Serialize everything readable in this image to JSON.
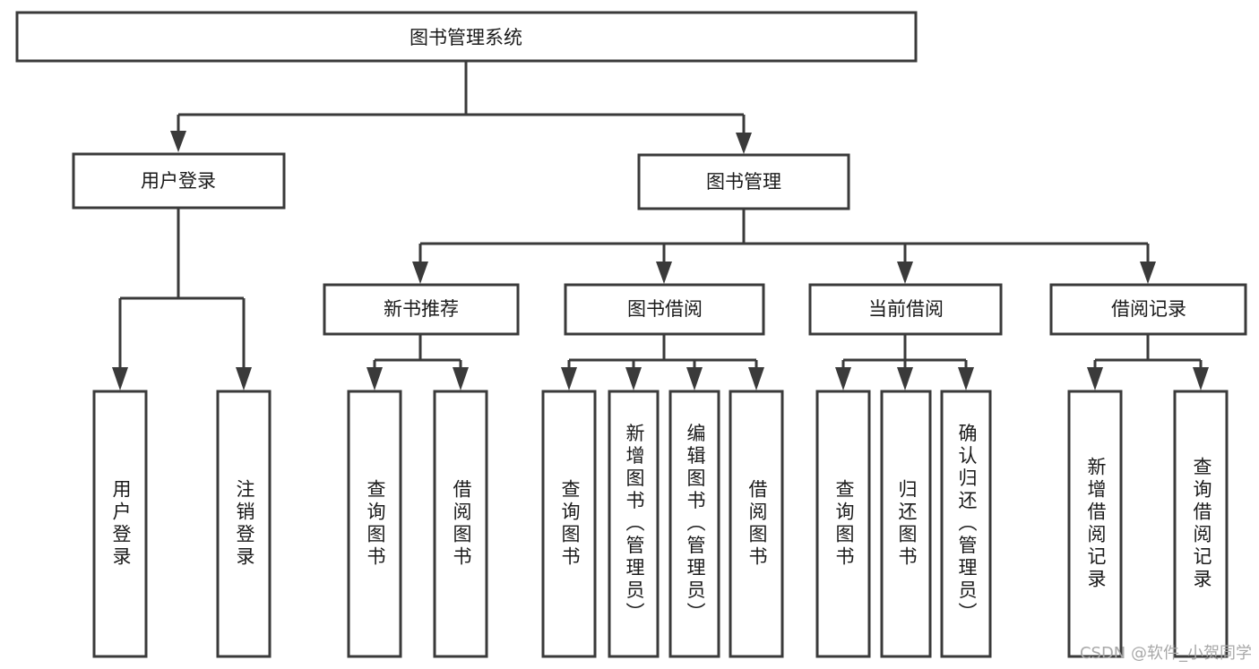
{
  "diagram": {
    "title": "图书管理系统",
    "type": "tree-hierarchy",
    "watermark": "CSDN @软件_小贺同学",
    "colors": {
      "stroke": "#3a3a3a",
      "fill": "#ffffff",
      "text": "#1a1a1a",
      "watermark": "#a8a8a8"
    },
    "levels": {
      "root": {
        "label": "图书管理系统"
      },
      "level2": [
        {
          "label": "用户登录"
        },
        {
          "label": "图书管理"
        }
      ],
      "level3": [
        {
          "label": "新书推荐"
        },
        {
          "label": "图书借阅"
        },
        {
          "label": "当前借阅"
        },
        {
          "label": "借阅记录"
        }
      ],
      "leaves_user_login": [
        {
          "label": "用户登录"
        },
        {
          "label": "注销登录"
        }
      ],
      "leaves_new_book": [
        {
          "label": "查询图书"
        },
        {
          "label": "借阅图书"
        }
      ],
      "leaves_borrow": [
        {
          "label": "查询图书"
        },
        {
          "label": "新增图书（管理员）"
        },
        {
          "label": "编辑图书（管理员）"
        },
        {
          "label": "借阅图书"
        }
      ],
      "leaves_current": [
        {
          "label": "查询图书"
        },
        {
          "label": "归还图书"
        },
        {
          "label": "确认归还（管理员）"
        }
      ],
      "leaves_records": [
        {
          "label": "新增借阅记录"
        },
        {
          "label": "查询借阅记录"
        }
      ]
    }
  }
}
